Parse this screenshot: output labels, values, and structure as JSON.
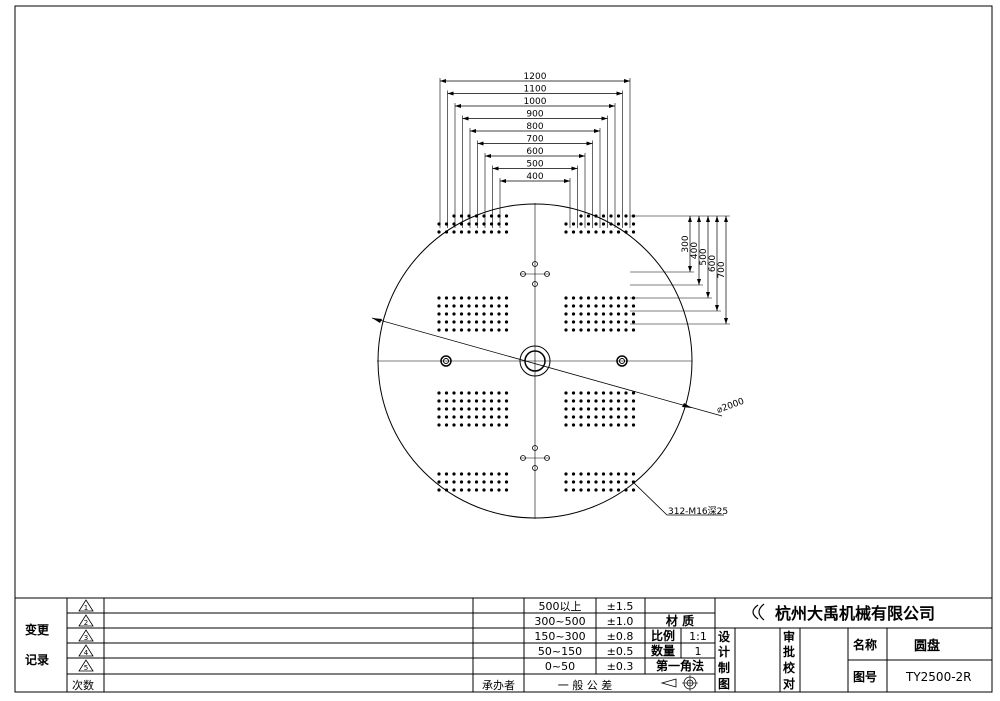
{
  "drawing": {
    "top_dims": [
      "1200",
      "1100",
      "1000",
      "900",
      "800",
      "700",
      "600",
      "500",
      "400"
    ],
    "right_dims": [
      "300",
      "400",
      "500",
      "600",
      "700"
    ],
    "diameter": "⌀2000",
    "hole_note": "312-M16深25"
  },
  "title_block": {
    "change_label": "变更",
    "record_label": "记录",
    "rev_marks": [
      "1",
      "2",
      "3",
      "4",
      "5"
    ],
    "times_label": "次数",
    "undertaker_label": "承办者",
    "tolerance_ranges": [
      "500以上",
      "300~500",
      "150~300",
      "50~150",
      "0~50"
    ],
    "tolerance_values": [
      "±1.5",
      "±1.0",
      "±0.8",
      "±0.5",
      "±0.3"
    ],
    "general_tolerance": "一 般 公 差",
    "material_label": "材 质",
    "scale_label": "比例",
    "scale_value": "1:1",
    "qty_label": "数量",
    "qty_value": "1",
    "projection_label": "第一角法",
    "design": [
      "设",
      "计"
    ],
    "draw": [
      "制",
      "图"
    ],
    "review": [
      "审",
      "批"
    ],
    "check": [
      "校",
      "对"
    ],
    "company": "杭州大禹机械有限公司",
    "name_label": "名称",
    "part_name": "圆盘",
    "drawing_no_label": "图号",
    "drawing_no": "TY2500-2R"
  }
}
